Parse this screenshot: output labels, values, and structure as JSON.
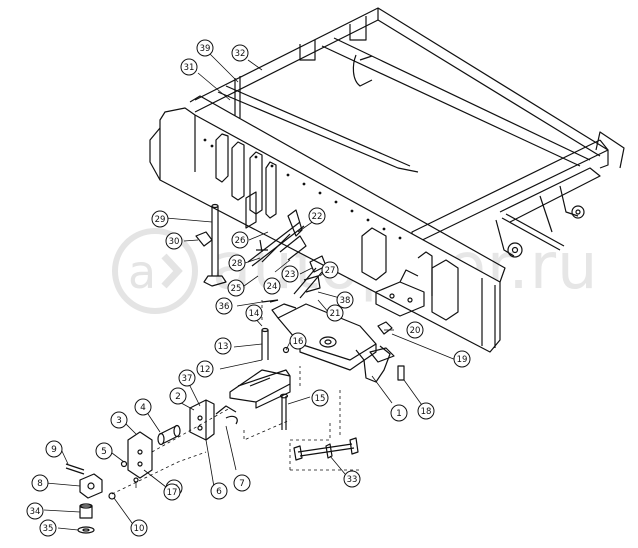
{
  "watermark": {
    "text": "autopiter.ru"
  },
  "callouts": [
    "1",
    "2",
    "3",
    "4",
    "5",
    "6",
    "7",
    "8",
    "9",
    "10",
    "11",
    "12",
    "13",
    "14",
    "15",
    "16",
    "17",
    "18",
    "19",
    "20",
    "21",
    "22",
    "23",
    "24",
    "25",
    "26",
    "27",
    "28",
    "29",
    "30",
    "31",
    "32",
    "33",
    "34",
    "35",
    "36",
    "37",
    "38",
    "39"
  ],
  "colors": {
    "line": "#111111",
    "bg": "#ffffff",
    "watermark": "#e4e4e4"
  }
}
